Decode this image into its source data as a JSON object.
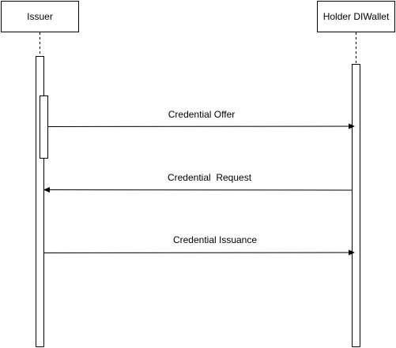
{
  "participants": [
    {
      "label": "Issuer"
    },
    {
      "label": "Holder DIWallet"
    }
  ],
  "messages": [
    {
      "label": "Credential Offer",
      "from": "Issuer",
      "to": "Holder DIWallet"
    },
    {
      "label": "Credential  Request",
      "from": "Holder DIWallet",
      "to": "Issuer"
    },
    {
      "label": "Credential Issuance",
      "from": "Issuer",
      "to": "Holder DIWallet"
    }
  ],
  "colors": {
    "line": "#000000",
    "background": "#ffffff"
  }
}
